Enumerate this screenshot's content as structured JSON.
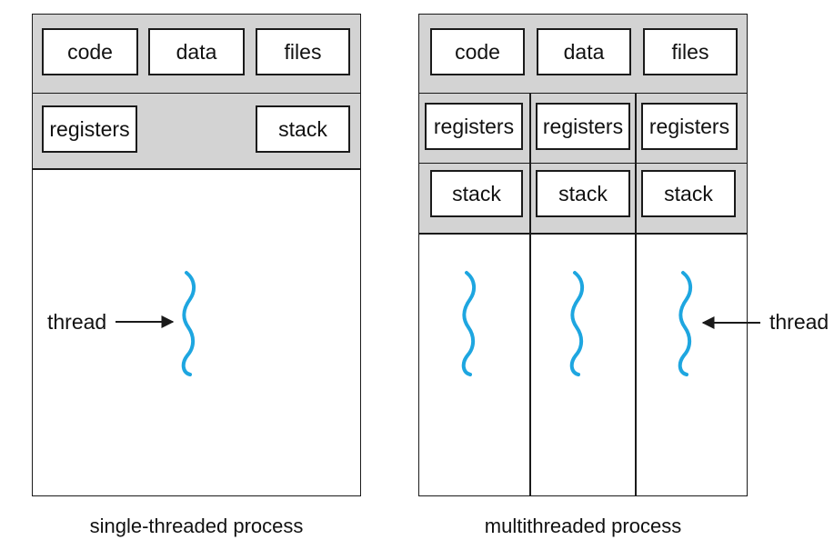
{
  "single": {
    "caption": "single-threaded process",
    "shared": {
      "code": "code",
      "data": "data",
      "files": "files"
    },
    "registers": "registers",
    "stack": "stack",
    "thread_label": "thread"
  },
  "multi": {
    "caption": "multithreaded process",
    "shared": {
      "code": "code",
      "data": "data",
      "files": "files"
    },
    "threads": [
      {
        "registers": "registers",
        "stack": "stack"
      },
      {
        "registers": "registers",
        "stack": "stack"
      },
      {
        "registers": "registers",
        "stack": "stack"
      }
    ],
    "thread_label": "thread"
  },
  "colors": {
    "thread": "#1ea6e0",
    "shaded": "#d3d3d3",
    "line": "#1a1a1a"
  }
}
